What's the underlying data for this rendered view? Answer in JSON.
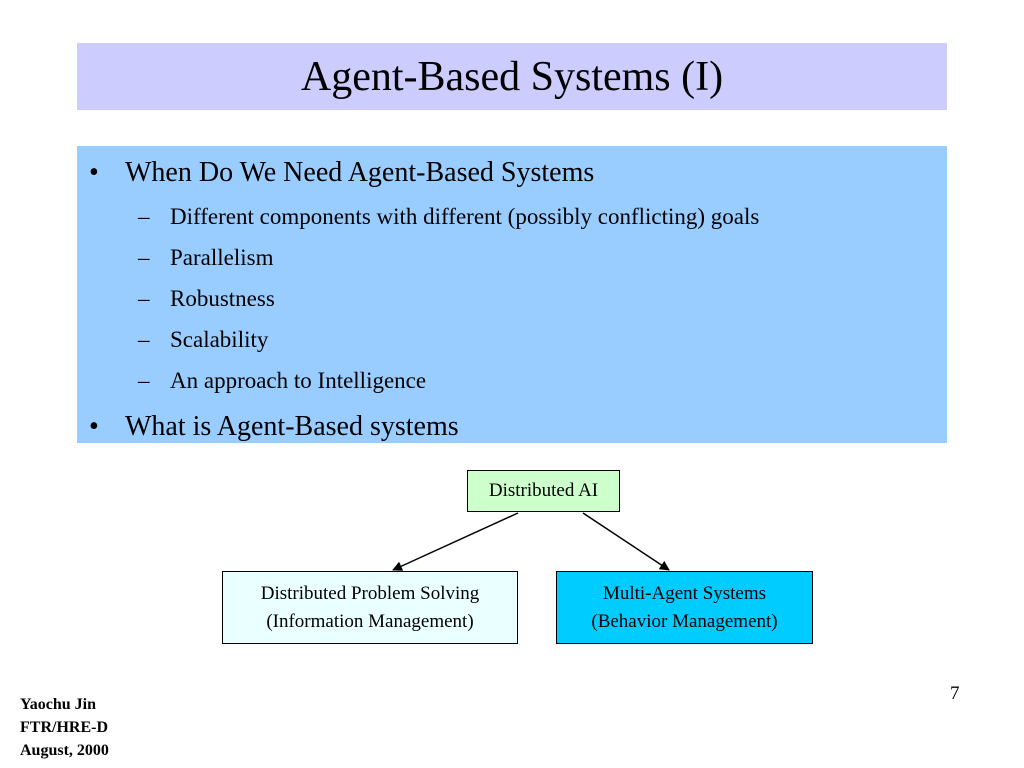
{
  "slide": {
    "title": "Agent-Based Systems (I)",
    "page_number": "7",
    "footer": [
      "Yaochu Jin",
      "FTR/HRE-D",
      "August, 2000"
    ]
  },
  "content": {
    "bullet_mark": "•",
    "dash_mark": "–",
    "items": [
      {
        "text": "When Do We Need Agent-Based Systems",
        "subitems": [
          "Different components with different (possibly conflicting) goals",
          "Parallelism",
          "Robustness",
          "Scalability",
          "An approach to Intelligence"
        ]
      },
      {
        "text": "What is Agent-Based systems",
        "subitems": []
      }
    ]
  },
  "diagram": {
    "root": {
      "label": "Distributed AI"
    },
    "children": [
      {
        "line1": "Distributed Problem Solving",
        "line2": "(Information Management)"
      },
      {
        "line1": "Multi-Agent Systems",
        "line2": "(Behavior Management)"
      }
    ],
    "colors": {
      "root_fill": "#ccffcc",
      "left_fill": "#eaffff",
      "right_fill": "#00ccff",
      "title_fill": "#ccccff",
      "content_fill": "#99ccff"
    }
  }
}
